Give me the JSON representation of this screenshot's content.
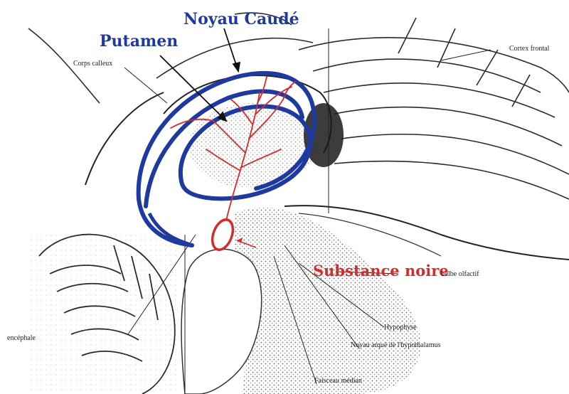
{
  "labels": {
    "noyau_caude": "Noyau Caudé",
    "putamen": "Putamen",
    "substance_noire": "Substance noire",
    "corps_calleux": "Corps calleux",
    "cortex_frontal": "Cortex frontal",
    "bulbe_olfactif": "bulbe olfactif",
    "hypophyse": "Hypophyse",
    "noyau_arque": "Noyau arqué de l'hypothalamus",
    "faisceau_median": "Faisceau médian",
    "encephale": "encéphale"
  },
  "colors": {
    "structure_blue": "#1f3a9e",
    "pathway_red": "#d62b2b",
    "anatomy_ink": "#2a2a2a"
  }
}
